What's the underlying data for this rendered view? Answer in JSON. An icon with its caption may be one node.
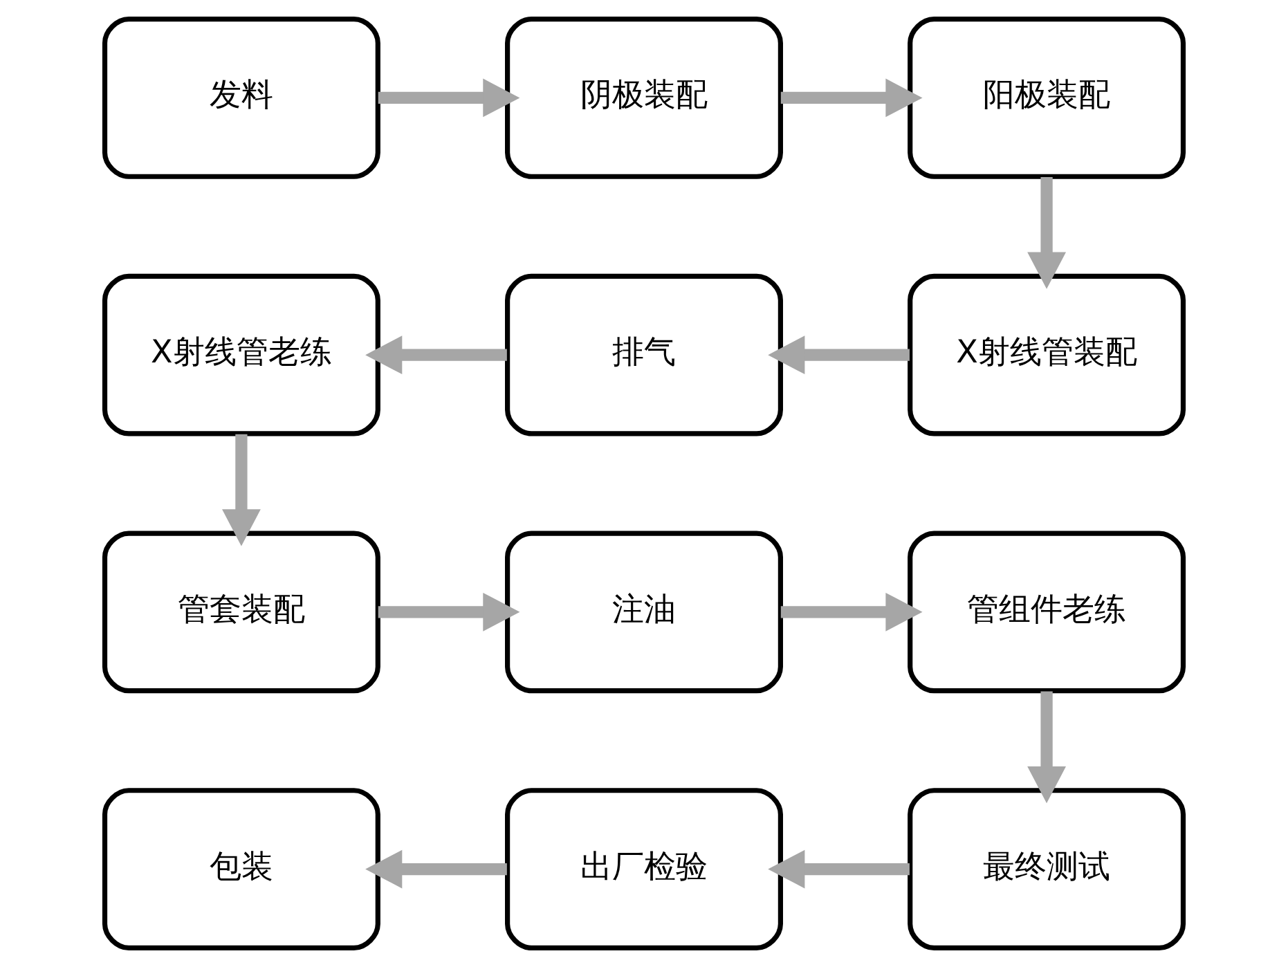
{
  "diagram": {
    "nodes": [
      {
        "text": [
          "发料"
        ]
      },
      {
        "text": [
          "阴极装配"
        ]
      },
      {
        "text": [
          "阳极装配"
        ]
      },
      {
        "text": [
          "X射线管老练"
        ]
      },
      {
        "text": [
          "排气"
        ]
      },
      {
        "text": [
          "X射线管装配"
        ]
      },
      {
        "text": [
          "管套装配"
        ]
      },
      {
        "text": [
          "注油"
        ]
      },
      {
        "text": [
          "管组件老练"
        ]
      },
      {
        "text": [
          "包装"
        ]
      },
      {
        "text": [
          "出厂检验"
        ]
      },
      {
        "text": [
          "最终测试"
        ]
      }
    ],
    "edges": [
      {
        "from": 0,
        "to": 1,
        "arrow": "to"
      },
      {
        "from": 1,
        "to": 2,
        "arrow": "to"
      },
      {
        "from": 2,
        "to": 5,
        "arrow": "to"
      },
      {
        "from": 5,
        "to": 4,
        "arrow": "to"
      },
      {
        "from": 4,
        "to": 3,
        "arrow": "to"
      },
      {
        "from": 3,
        "to": 6,
        "arrow": "to"
      },
      {
        "from": 6,
        "to": 7,
        "arrow": "to"
      },
      {
        "from": 7,
        "to": 8,
        "arrow": "to"
      },
      {
        "from": 8,
        "to": 11,
        "arrow": "to"
      },
      {
        "from": 11,
        "to": 10,
        "arrow": "to"
      },
      {
        "from": 10,
        "to": 9,
        "arrow": "to"
      }
    ]
  }
}
